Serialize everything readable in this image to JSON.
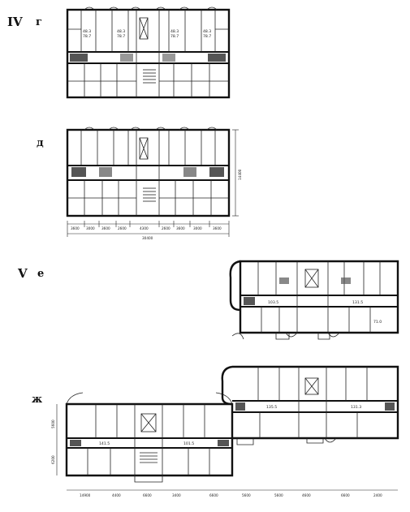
{
  "labels": {
    "section_iv": "IV",
    "plan_g": "г",
    "plan_d": "д",
    "section_v": "V",
    "plan_e": "е",
    "plan_zh": "ж"
  },
  "plan_g": {
    "areas": [
      [
        "48.3",
        "78.7"
      ],
      [
        "48.3",
        "78.7"
      ],
      [
        "48.3",
        "78.7"
      ],
      [
        "48.3",
        "78.7"
      ]
    ]
  },
  "plan_d": {
    "dimensions": [
      "3600",
      "3000",
      "3600",
      "2600",
      "4300",
      "2600",
      "3600",
      "3000",
      "3600"
    ],
    "overall": "30400",
    "depth": "14400"
  },
  "plan_e": {
    "areas": [
      "103.5",
      "131.5",
      "71.0"
    ]
  },
  "plan_zh": {
    "areas": [
      "141.5",
      "101.5",
      "135.5",
      "131.3"
    ],
    "side_dims": [
      "5600",
      "6200"
    ],
    "bottom_dims": [
      "14900",
      "4400",
      "6600",
      "3400",
      "6600",
      "5600",
      "5600",
      "4600",
      "6600",
      "2400"
    ]
  }
}
